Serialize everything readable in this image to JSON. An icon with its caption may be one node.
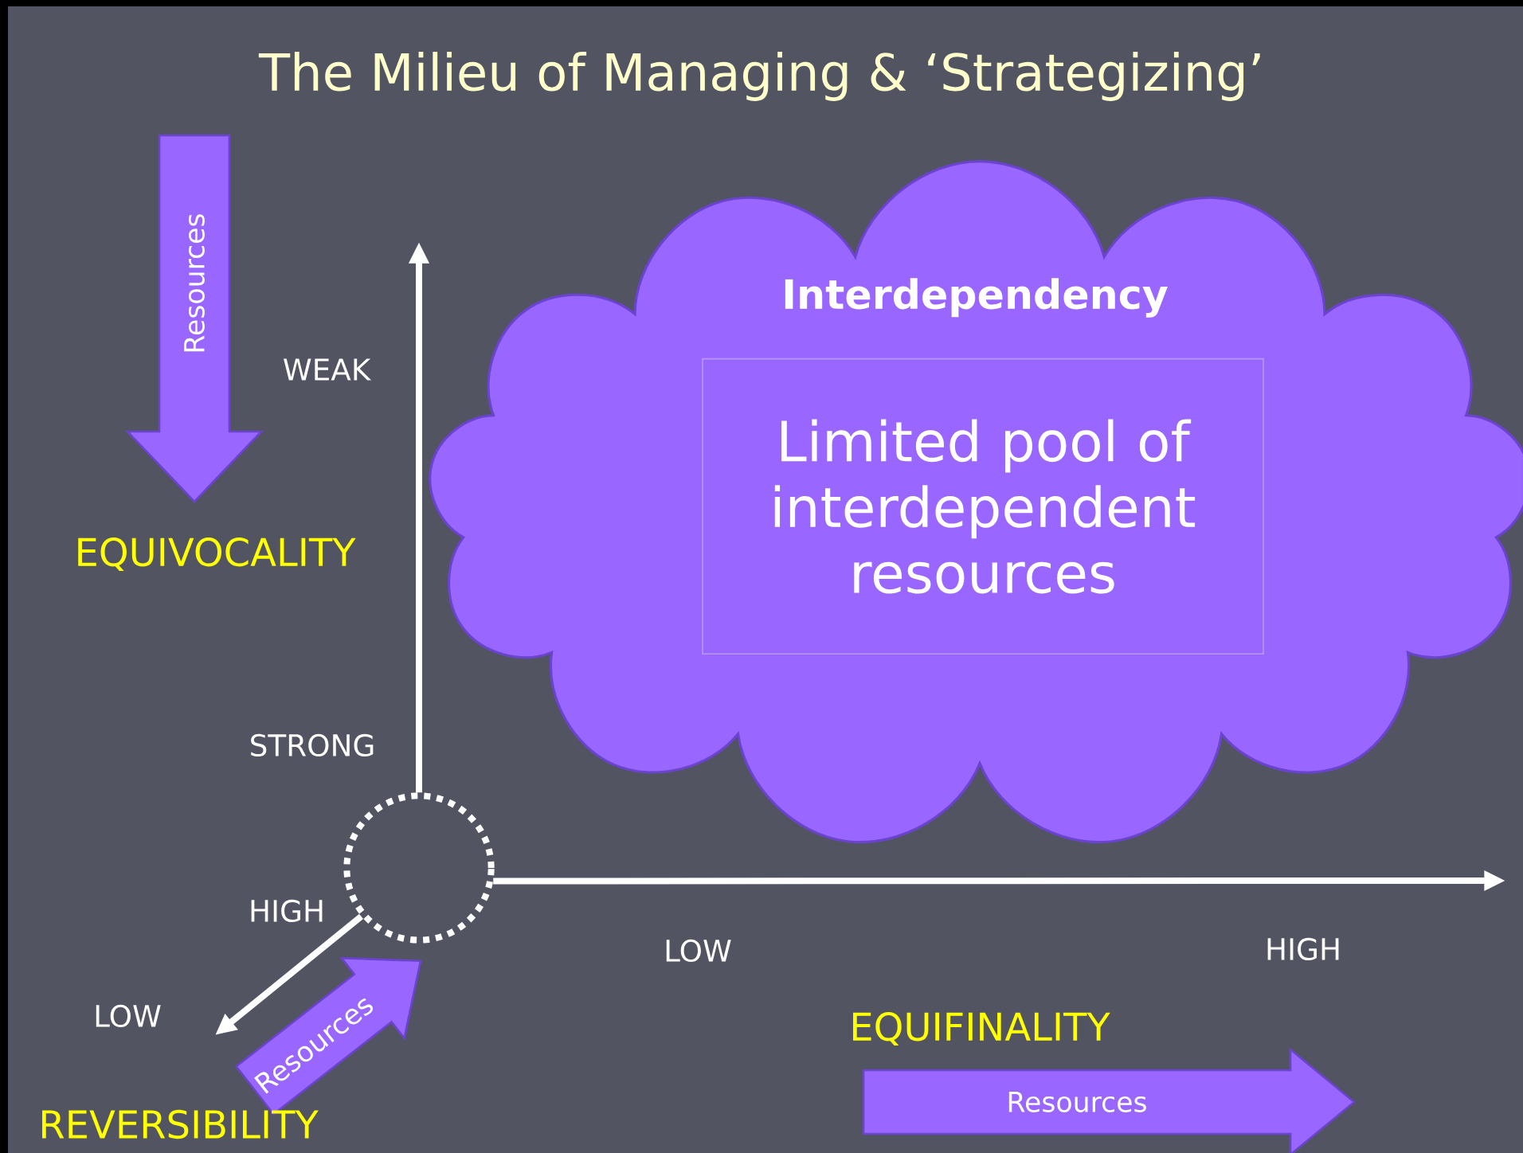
{
  "diagram": {
    "title": "The Milieu of Managing & ‘Strategizing’",
    "nodes": [
      {
        "text": [
          "Interdependency"
        ]
      },
      {
        "text": [
          "Limited pool of interdependent resources"
        ],
        "in": 0
      },
      {
        "text": [],
        "shape": "circle"
      },
      {
        "text": [
          "Resources"
        ]
      },
      {
        "text": [
          "Resources"
        ]
      },
      {
        "text": [
          "Resources"
        ]
      }
    ],
    "edges": [
      {
        "from": 2,
        "to": null,
        "arrow": "to"
      },
      {
        "from": 2,
        "to": null,
        "arrow": "to"
      },
      {
        "from": 2,
        "to": null,
        "arrow": "to"
      }
    ],
    "labels": [
      "WEAK",
      "EQUIVOCALITY",
      "STRONG",
      "HIGH",
      "LOW",
      "REVERSIBILITY",
      "LOW",
      "HIGH",
      "EQUIFINALITY"
    ]
  }
}
